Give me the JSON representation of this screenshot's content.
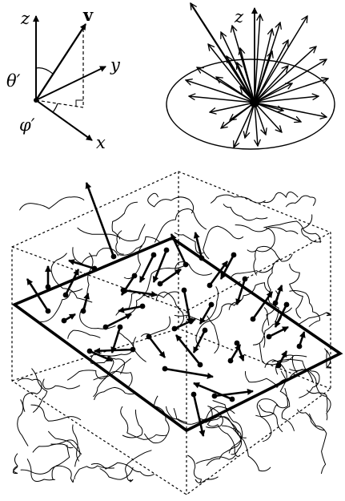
{
  "panel_a": {
    "axis_z": "z",
    "axis_y": "y",
    "axis_x": "x",
    "vector": "v",
    "polar_angle": "θ′",
    "azimuth_angle": "φ′"
  },
  "panel_b": {
    "axis_z": "z"
  },
  "colors": {
    "ink": "#000000",
    "background": "#ffffff"
  }
}
